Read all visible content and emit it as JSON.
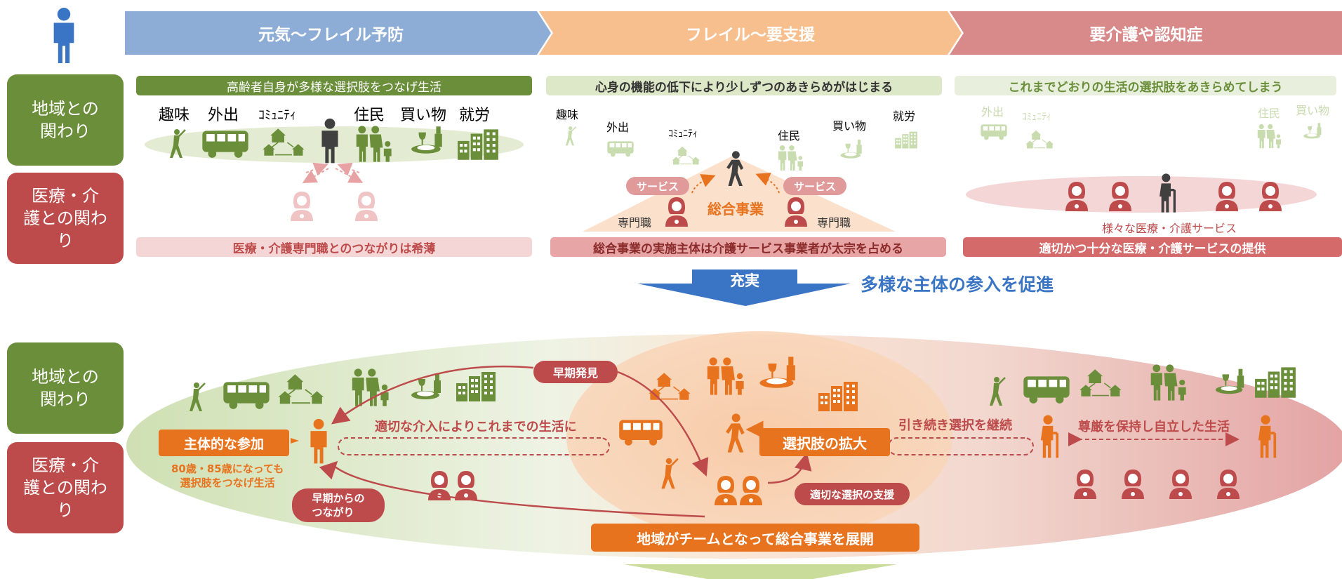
{
  "phases": [
    "元気～フレイル予防",
    "フレイル～要支援",
    "要介護や認知症"
  ],
  "rows": {
    "community": "地域との\n関わり",
    "care": "医療・介\n護との関わ\nり"
  },
  "top": {
    "col1": {
      "headline": "高齢者自身が多様な選択肢をつなげ生活",
      "activities": [
        "趣味",
        "外出",
        "ｺﾐｭﾆﾃｨ",
        "住民",
        "買い物",
        "就労"
      ],
      "footer": "医療・介護専門職とのつながりは希薄"
    },
    "col2": {
      "headline": "心身の機能の低下により少しずつのあきらめがはじまる",
      "activities": [
        "趣味",
        "外出",
        "ｺﾐｭﾆﾃｨ",
        "住民",
        "買い物",
        "就労"
      ],
      "service_left": "サービス",
      "service_right": "サービス",
      "center": "総合事業",
      "pro_left": "専門職",
      "pro_right": "専門職",
      "footer": "総合事業の実施主体は介護サービス事業者が太宗を占める"
    },
    "col3": {
      "headline": "これまでどおりの生活の選択肢をあきらめてしまう",
      "activities": [
        "外出",
        "ｺﾐｭﾆﾃｨ",
        "住民",
        "買い物"
      ],
      "services": "様々な医療・介護サービス",
      "footer": "適切かつ十分な医療・介護サービスの提供"
    }
  },
  "mid": {
    "arrow_label": "充実",
    "slogan": "多様な主体の参入を促進"
  },
  "bottom": {
    "early_detect": "早期発見",
    "intervention": "適切な介入によりこれまでの生活に",
    "active": "主体的な参加",
    "age_note": "80歳・85歳になっても\n選択肢をつなげ生活",
    "early_connect": "早期からの\nつながり",
    "expand": "選択肢の拡大",
    "continue": "引き続き選択を継続",
    "dignity": "尊厳を保持し自立した生活",
    "support": "適切な選択の支援",
    "team": "地域がチームとなって総合事業を展開"
  },
  "colors": {
    "phase1": "#8eadd6",
    "phase2": "#f8bf8e",
    "phase3": "#d88a8a",
    "green": "#6a8e3a",
    "red": "#be4b4b",
    "orange": "#e8731f",
    "blue": "#3a74c4"
  }
}
